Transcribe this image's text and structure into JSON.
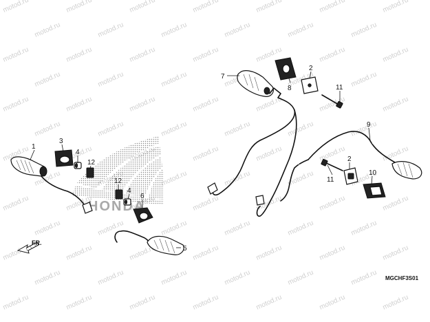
{
  "diagram": {
    "code": "MGCHF3S01",
    "direction_label": "FR.",
    "brand_logo_text": "HONDA",
    "watermark_text": "motod.ru",
    "callouts": {
      "c1": "1",
      "c2a": "2",
      "c2b": "2",
      "c3": "3",
      "c4a": "4",
      "c4b": "4",
      "c5": "5",
      "c6": "6",
      "c7": "7",
      "c8": "8",
      "c9": "9",
      "c10": "10",
      "c11a": "11",
      "c11b": "11",
      "c12a": "12",
      "c12b": "12"
    }
  }
}
